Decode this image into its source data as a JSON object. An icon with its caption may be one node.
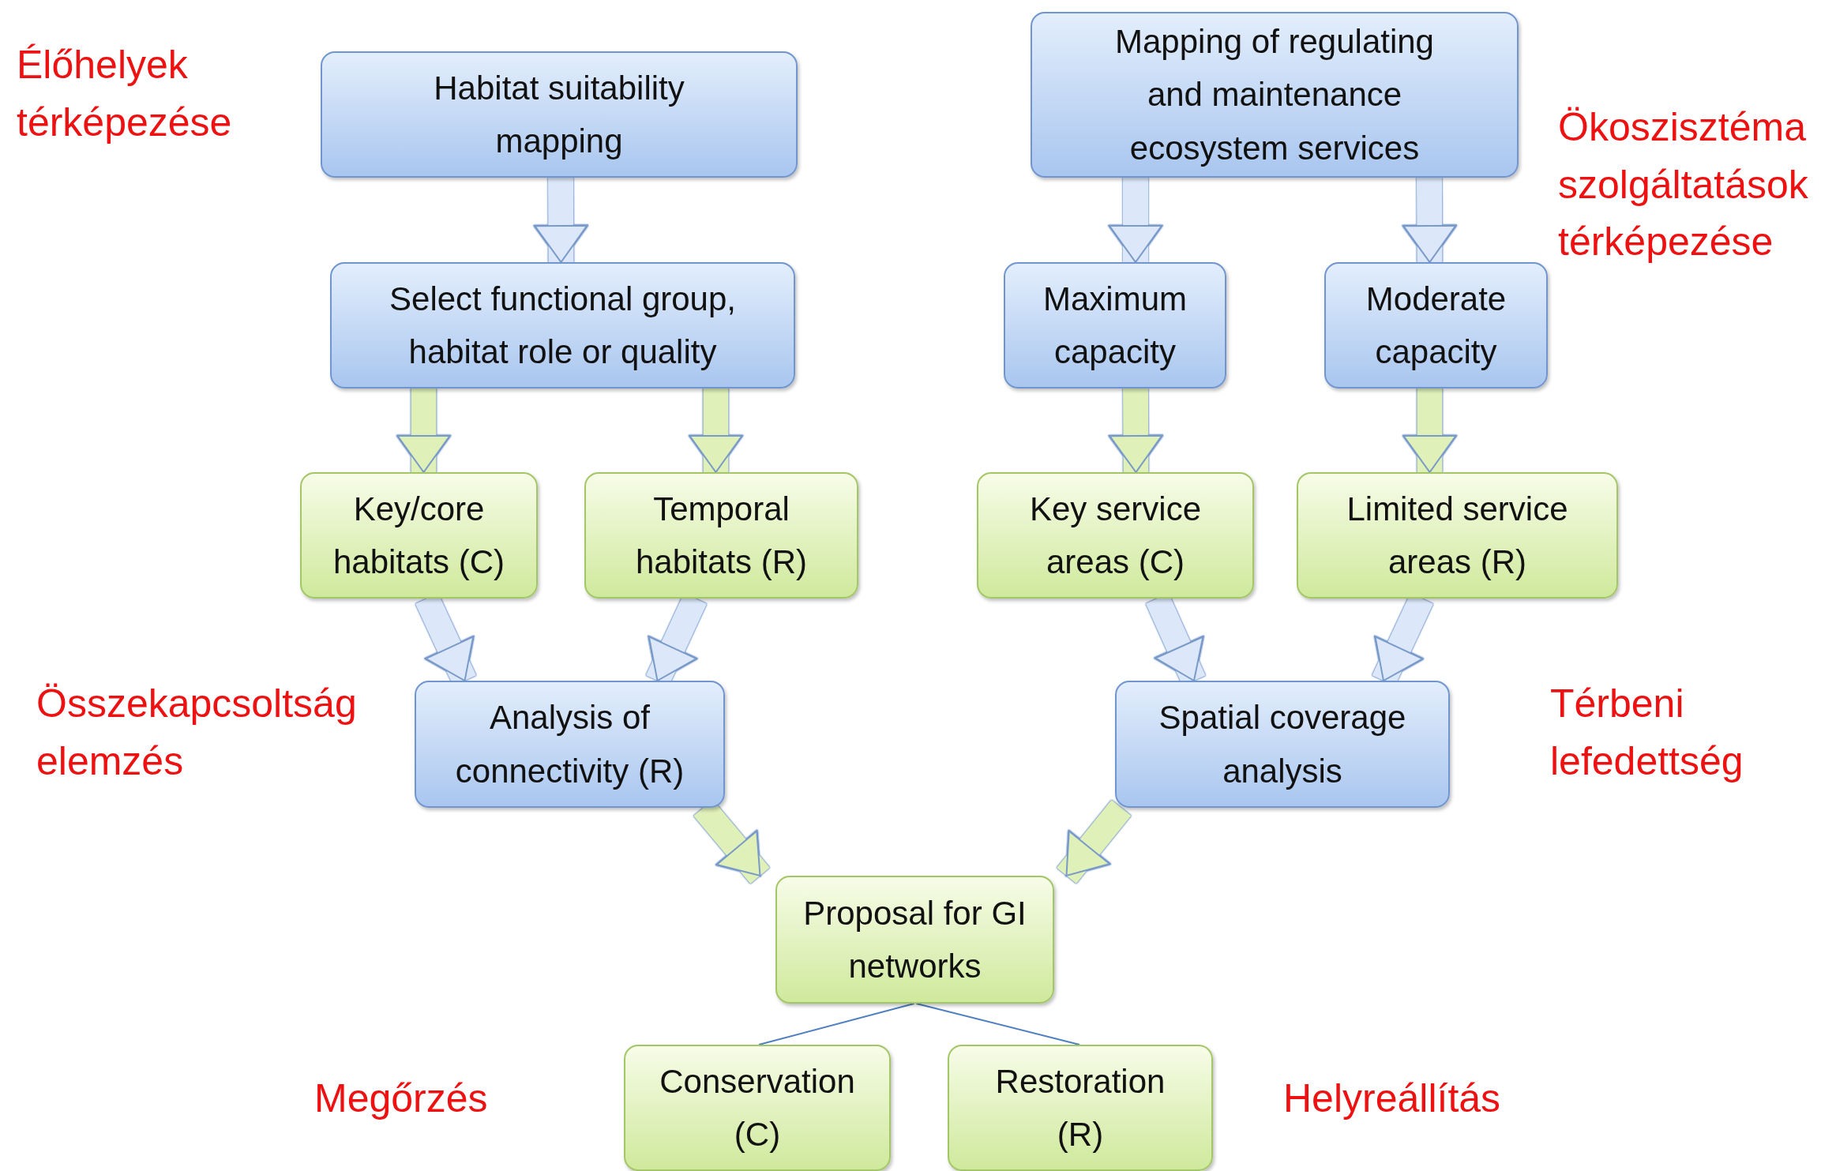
{
  "diagram": {
    "nodes": [
      {
        "text": [
          "Habitat suitability mapping"
        ]
      },
      {
        "text": [
          "Mapping of regulating and maintenance ecosystem services"
        ]
      },
      {
        "text": [
          "Select functional group, habitat role or quality"
        ]
      },
      {
        "text": [
          "Maximum capacity"
        ]
      },
      {
        "text": [
          "Moderate capacity"
        ]
      },
      {
        "text": [
          "Key/core habitats (C)"
        ]
      },
      {
        "text": [
          "Temporal habitats (R)"
        ]
      },
      {
        "text": [
          "Key service areas (C)"
        ]
      },
      {
        "text": [
          "Limited service areas (R)"
        ]
      },
      {
        "text": [
          "Analysis of connectivity (R)"
        ]
      },
      {
        "text": [
          "Spatial coverage analysis"
        ]
      },
      {
        "text": [
          "Proposal for GI networks"
        ]
      },
      {
        "text": [
          "Conservation (C)"
        ]
      },
      {
        "text": [
          "Restoration (R)"
        ]
      }
    ],
    "edges": [
      {
        "from": 0,
        "to": 2,
        "arrow": "to"
      },
      {
        "from": 1,
        "to": 3,
        "arrow": "to"
      },
      {
        "from": 1,
        "to": 4,
        "arrow": "to"
      },
      {
        "from": 2,
        "to": 5,
        "arrow": "to",
        "color": "#dff0b8"
      },
      {
        "from": 2,
        "to": 6,
        "arrow": "to",
        "color": "#dff0b8"
      },
      {
        "from": 3,
        "to": 7,
        "arrow": "to",
        "color": "#dff0b8"
      },
      {
        "from": 4,
        "to": 8,
        "arrow": "to",
        "color": "#dff0b8"
      },
      {
        "from": 5,
        "to": 9,
        "arrow": "to"
      },
      {
        "from": 6,
        "to": 9,
        "arrow": "to"
      },
      {
        "from": 7,
        "to": 10,
        "arrow": "to"
      },
      {
        "from": 8,
        "to": 10,
        "arrow": "to"
      },
      {
        "from": 9,
        "to": 11,
        "arrow": "to",
        "color": "#dff0b8"
      },
      {
        "from": 10,
        "to": 11,
        "arrow": "to",
        "color": "#dff0b8"
      },
      {
        "from": 11,
        "to": 12,
        "arrow": "none",
        "color": "#4f7fc0"
      },
      {
        "from": 11,
        "to": 13,
        "arrow": "none",
        "color": "#4f7fc0"
      }
    ],
    "labels": [
      "Élőhelyek térképezése",
      "Ökoszisztéma szolgáltatások térképezése",
      "Összekapcsoltság elemzés",
      "Térbeni lefedettség",
      "Megőrzés",
      "Helyreállítás"
    ]
  }
}
